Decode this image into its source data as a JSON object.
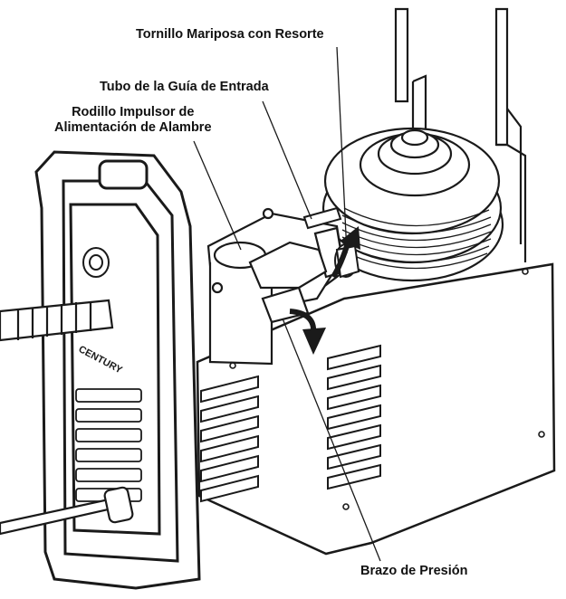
{
  "labels": {
    "spring_screw": "Tornillo Mariposa con Resorte",
    "inlet_guide": "Tubo de la Guía de Entrada",
    "drive_roller_line1": "Rodillo Impulsor de",
    "drive_roller_line2": "Alimentación de Alambre",
    "pressure_arm": "Brazo de Presión"
  },
  "brand_text": "CENTURY",
  "colors": {
    "line": "#1a1a1a",
    "fill": "#ffffff",
    "shade": "#e6e6e6",
    "dark": "#2a2a2a"
  }
}
